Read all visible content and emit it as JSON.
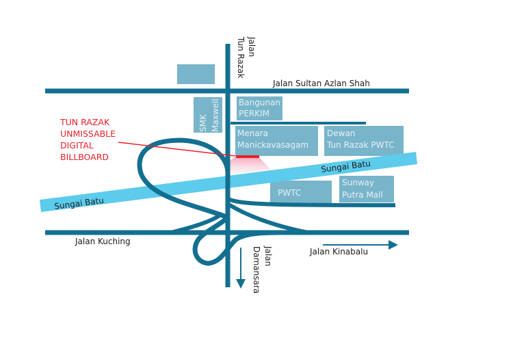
{
  "colors": {
    "road": "#136f90",
    "river": "#5ccbec",
    "building": "#78b4ca",
    "building_text": "#e6f2f6",
    "billboard": "#e8202a",
    "label": "#1a1a1a"
  },
  "roads": {
    "tun_razak": {
      "line1": "Jalan",
      "line2": "Tun Razak"
    },
    "sultan_azlan_shah": "Jalan Sultan Azlan Shah",
    "kuching": "Jalan Kuching",
    "damansara": {
      "line1": "Jalan",
      "line2": "Damansara"
    },
    "kinabalu": "Jalan Kinabalu"
  },
  "river": {
    "label_left": "Sungai Batu",
    "label_right": "Sungai Batu"
  },
  "buildings": {
    "smk_maxwell": {
      "line1": "SMK",
      "line2": "Maxwell"
    },
    "perkim": {
      "line1": "Bangunan",
      "line2": "PERKIM"
    },
    "menara": {
      "line1": "Menara",
      "line2": "Manickavasagam"
    },
    "dewan": {
      "line1": "Dewan",
      "line2": "Tun Razak PWTC"
    },
    "pwtc": "PWTC",
    "sunway": {
      "line1": "Sunway",
      "line2": "Putra Mall"
    }
  },
  "billboard": {
    "line1": "TUN RAZAK",
    "line2": "UNMISSABLE",
    "line3": "DIGITAL",
    "line4": "BILLBOARD"
  }
}
